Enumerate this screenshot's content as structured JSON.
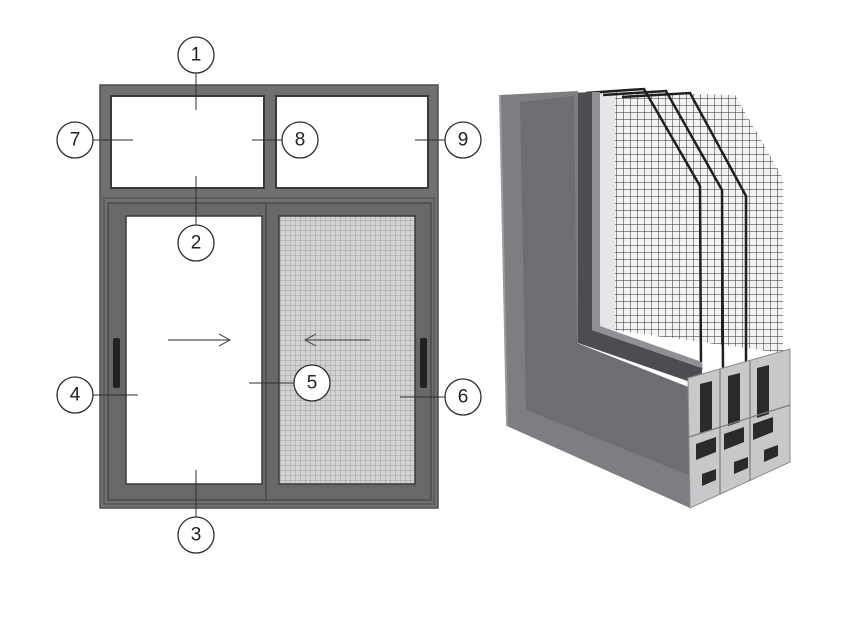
{
  "callouts": [
    "1",
    "2",
    "3",
    "4",
    "5",
    "6",
    "7",
    "8",
    "9"
  ],
  "icons": {
    "left_sash_arrow": "arrow-right-icon",
    "right_sash_arrow": "arrow-left-icon",
    "handle": "window-handle-icon"
  },
  "colors": {
    "frame": "#6f7071",
    "sash": "#676869",
    "glass": "#ffffff",
    "profile_face": "#7c7e81",
    "profile_inner": "#6c6e71",
    "profile_sash": "#4b4d50",
    "profile_section": "#c6c8ca"
  }
}
